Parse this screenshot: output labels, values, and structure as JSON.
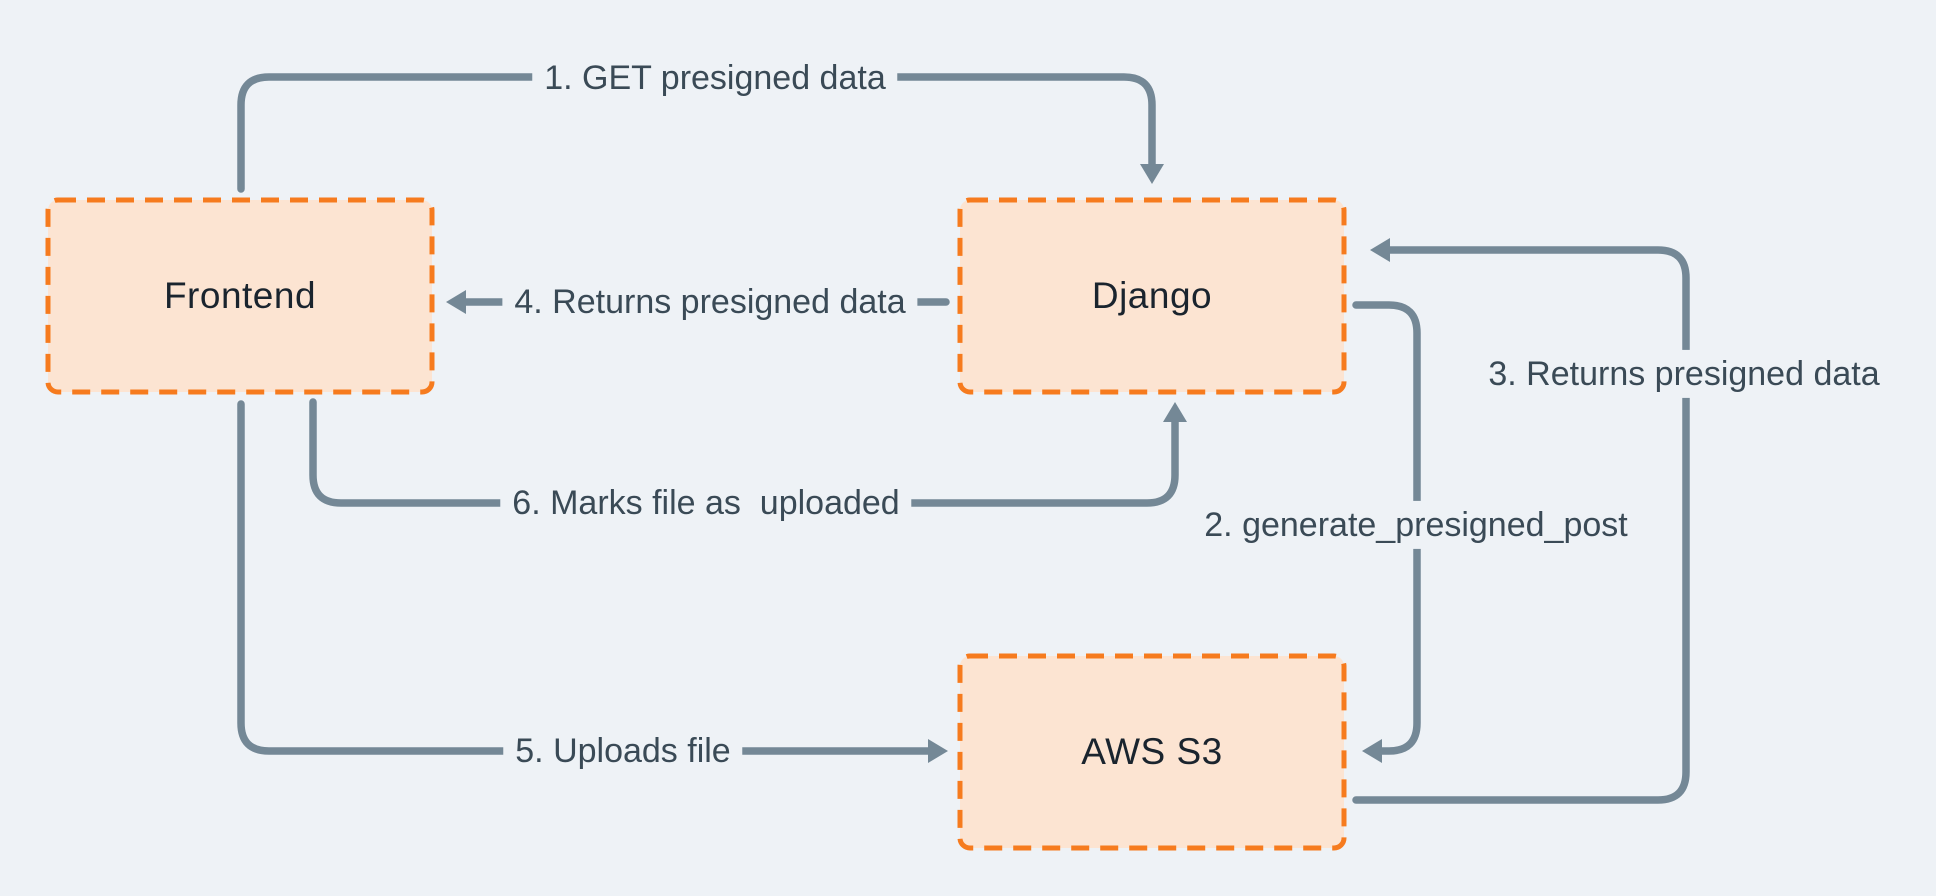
{
  "diagram": {
    "type": "flow-diagram",
    "description": "S3 presigned upload flow between Frontend, Django and AWS S3",
    "colors": {
      "background": "#eef2f6",
      "node_fill": "#fce4d2",
      "node_border": "#f67b1e",
      "connector": "#748896",
      "node_label": "#1a242e",
      "edge_label": "#3a4a56"
    },
    "nodes": [
      {
        "id": "frontend",
        "label": "Frontend"
      },
      {
        "id": "django",
        "label": "Django"
      },
      {
        "id": "aws-s3",
        "label": "AWS S3"
      }
    ],
    "edges": [
      {
        "step": "1",
        "from": "frontend",
        "to": "django",
        "label": "1. GET presigned data"
      },
      {
        "step": "2",
        "from": "django",
        "to": "aws-s3",
        "label": "2. generate_presigned_post"
      },
      {
        "step": "3",
        "from": "aws-s3",
        "to": "django",
        "label": "3. Returns presigned data"
      },
      {
        "step": "4",
        "from": "django",
        "to": "frontend",
        "label": "4. Returns presigned data"
      },
      {
        "step": "5",
        "from": "frontend",
        "to": "aws-s3",
        "label": "5. Uploads file"
      },
      {
        "step": "6",
        "from": "frontend",
        "to": "django",
        "label": "6. Marks file as  uploaded"
      }
    ]
  }
}
